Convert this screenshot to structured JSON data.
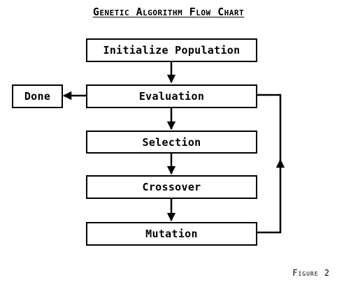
{
  "title": "Genetic Algorithm Flow Chart",
  "nodes": {
    "init": "Initialize Population",
    "evaluation": "Evaluation",
    "selection": "Selection",
    "crossover": "Crossover",
    "mutation": "Mutation",
    "done": "Done"
  },
  "figure_label": "Figure 2"
}
